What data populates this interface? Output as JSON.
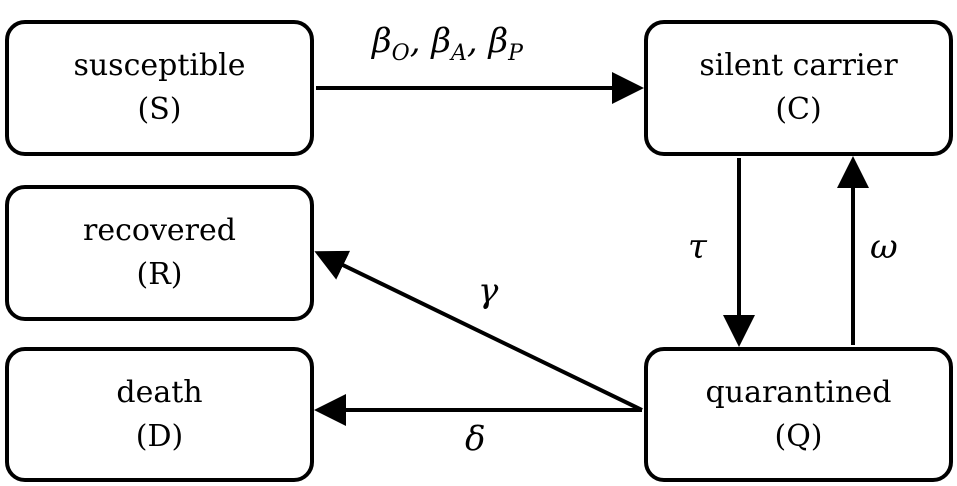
{
  "nodes": {
    "susceptible": {
      "label": "susceptible",
      "symbol": "(S)"
    },
    "silent_carrier": {
      "label": "silent carrier",
      "symbol": "(C)"
    },
    "recovered": {
      "label": "recovered",
      "symbol": "(R)"
    },
    "death": {
      "label": "death",
      "symbol": "(D)"
    },
    "quarantined": {
      "label": "quarantined",
      "symbol": "(Q)"
    }
  },
  "rates": {
    "infection": {
      "beta": "β",
      "sub_o": "O",
      "sub_a": "A",
      "sub_p": "P",
      "separator": ", "
    },
    "tau": "τ",
    "omega": "ω",
    "gamma": "γ",
    "delta": "δ"
  }
}
